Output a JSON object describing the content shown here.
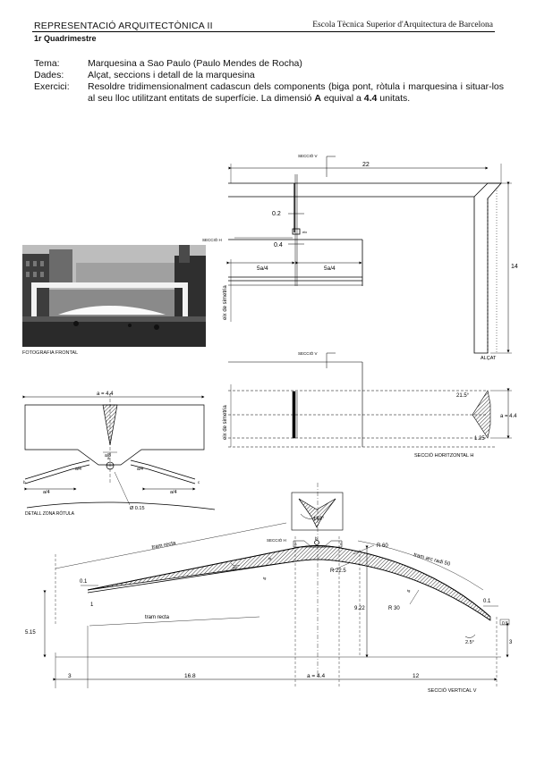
{
  "header": {
    "course": "REPRESENTACIÓ ARQUITECTÒNICA II",
    "school": "Escola Tècnica Superior d'Arquitectura de Barcelona",
    "term": "1r Quadrimestre"
  },
  "info": {
    "tema_label": "Tema:",
    "tema_value": "Marquesina a Sao Paulo (Paulo Mendes de Rocha)",
    "dades_label": "Dades:",
    "dades_value": "Alçat, seccions i detall de la marquesina",
    "exercici_label": "Exercici:",
    "exercici_text_1": "Resoldre tridimensionalment cadascun dels components (biga pont, ròtula i  marquesina i situar-los al seu lloc utilitzant entitats de superfície. La dimensió ",
    "exercici_bold_1": "A",
    "exercici_text_2": " equival a ",
    "exercici_bold_2": "4.4",
    "exercici_text_3": " unitats."
  },
  "photo": {
    "caption": "FOTOGRAFIA FRONTAL"
  },
  "alcat": {
    "seccio_v": "SECCIÓ V",
    "seccio_h": "SECCIÓ H",
    "dim_22": "22",
    "dim_02": "0.2",
    "dim_04": "0.4",
    "dim_5a4_left": "5a/4",
    "dim_5a4_right": "5a/4",
    "dim_14": "14",
    "eix": "eix de simetria",
    "title": "ALÇAT",
    "eix_small": "eix"
  },
  "seccio_h": {
    "seccio_v": "SECCIÓ V",
    "eix": "eix de simetria",
    "angle": "21.5°",
    "dim_a": "a = 4.4",
    "dim_125": "1.25",
    "title": "SECCIÓ HORITZONTAL  H"
  },
  "detall": {
    "dim_a": "a = 4.4",
    "a8": "a/8",
    "a4_1": "a/4",
    "a4_2": "a/4",
    "a4_3": "a/4",
    "a4_4": "a/4",
    "pt_a": "a",
    "pt_b": "b",
    "pt_c": "c",
    "diam": "Ø 0.15",
    "title": "DETALL ZONA RÒTULA"
  },
  "seccio_v": {
    "angle_140": "140°",
    "seccio_h": "SECCIÓ H",
    "tram_recta_top": "tram recta",
    "tram_recta_bottom": "tram recta",
    "tram_arc": "tram arc radi 50",
    "r60": "R 60",
    "r225": "R 22.5",
    "r30": "R 30",
    "angle_8": "8°",
    "angle_25": "2.5°",
    "dim_01_left": "0.1",
    "dim_1": "1",
    "dim_01_right": "0.1",
    "dim_515": "5.15",
    "dim_922": "9.22",
    "dim_05": "0.5",
    "dim_3_right": "3",
    "dim_3": "3",
    "dim_168": "16.8",
    "dim_a": "a = 4.4",
    "dim_12": "12",
    "pt_a": "a",
    "pt_b": "b",
    "pt_c": "c",
    "tg1": "tg",
    "tg2": "tg",
    "tg3": "tg",
    "title": "SECCIÓ VERTICAL  V"
  }
}
